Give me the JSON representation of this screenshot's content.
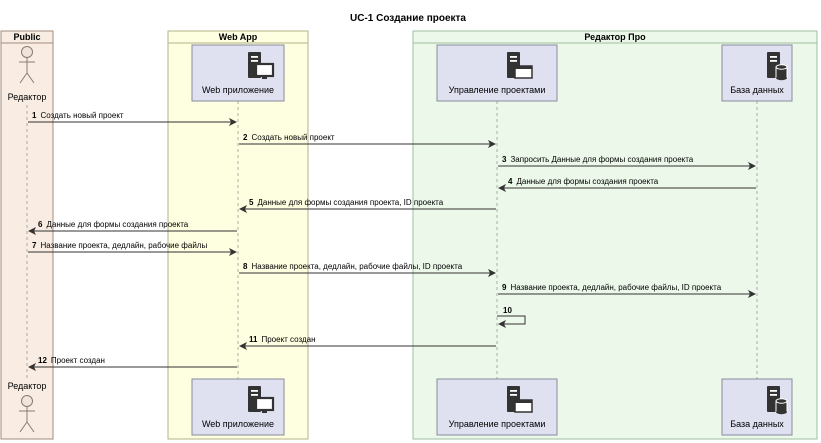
{
  "title": "UC-1 Создание проекта",
  "colors": {
    "public_fill": "#f9ede3",
    "public_stroke": "#a38c7c",
    "web_fill": "#fefee0",
    "web_stroke": "#b3b38a",
    "editor_fill": "#ecf9ea",
    "editor_stroke": "#9fbf9f",
    "box_fill": "#dfe0f0",
    "box_stroke": "#8a8a9e",
    "actor_fill": "#f1e4dc",
    "actor_stroke": "#8a7a70",
    "arrow": "#333333",
    "lifeline": "#999999",
    "icon": "#333333"
  },
  "lanes": [
    {
      "id": "public",
      "title": "Public"
    },
    {
      "id": "web",
      "title": "Web App"
    },
    {
      "id": "editor",
      "title": "Редактор Про"
    }
  ],
  "participants": [
    {
      "id": "actor",
      "kind": "actor",
      "label": "Редактор"
    },
    {
      "id": "webapp",
      "kind": "server-monitor-icon",
      "label": "Web приложение"
    },
    {
      "id": "pm",
      "kind": "server-window-icon",
      "label": "Управление проектами"
    },
    {
      "id": "db",
      "kind": "server-db-icon",
      "label": "База данных"
    }
  ],
  "messages": [
    {
      "num": "1",
      "from": "actor",
      "to": "webapp",
      "text": "Создать новый проект"
    },
    {
      "num": "2",
      "from": "webapp",
      "to": "pm",
      "text": "Создать новый проект"
    },
    {
      "num": "3",
      "from": "pm",
      "to": "db",
      "text": "Запросить Данные для формы создания проекта"
    },
    {
      "num": "4",
      "from": "db",
      "to": "pm",
      "text": "Данные для формы создания проекта"
    },
    {
      "num": "5",
      "from": "pm",
      "to": "webapp",
      "text": "Данные для формы создания проекта, ID проекта"
    },
    {
      "num": "6",
      "from": "webapp",
      "to": "actor",
      "text": "Данные для формы создания проекта"
    },
    {
      "num": "7",
      "from": "actor",
      "to": "webapp",
      "text": "Название проекта, дедлайн, рабочие файлы"
    },
    {
      "num": "8",
      "from": "webapp",
      "to": "pm",
      "text": "Название проекта, дедлайн, рабочие файлы, ID проекта"
    },
    {
      "num": "9",
      "from": "pm",
      "to": "db",
      "text": "Название проекта, дедлайн, рабочие файлы, ID проекта"
    },
    {
      "num": "10",
      "from": "pm",
      "to": "pm",
      "text": ""
    },
    {
      "num": "11",
      "from": "pm",
      "to": "webapp",
      "text": "Проект создан"
    },
    {
      "num": "12",
      "from": "webapp",
      "to": "actor",
      "text": "Проект создан"
    }
  ]
}
